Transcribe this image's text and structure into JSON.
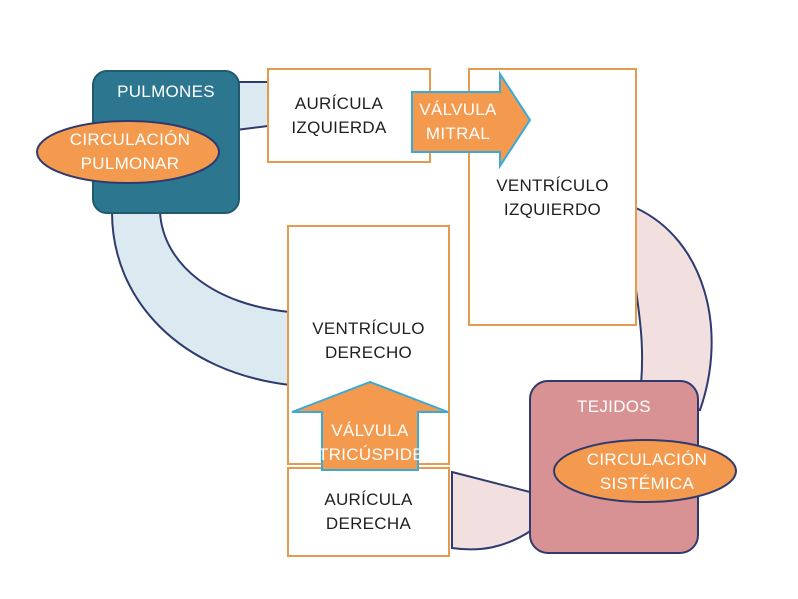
{
  "diagram": {
    "nodes": {
      "lungs": {
        "label": "PULMONES",
        "tag": "CIRCULACIÓN PULMONAR"
      },
      "tissues": {
        "label": "TEJIDOS",
        "tag": "CIRCULACIÓN SISTÉMICA"
      },
      "left_atrium": {
        "label": "AURÍCULA IZQUIERDA"
      },
      "left_ventricle": {
        "label": "VENTRÍCULO IZQUIERDO"
      },
      "right_ventricle": {
        "label": "VENTRÍCULO DERECHO"
      },
      "right_atrium": {
        "label": "AURÍCULA DERECHA"
      }
    },
    "valves": {
      "mitral": {
        "label": "VÁLVULA MITRAL"
      },
      "tricuspid": {
        "label": "VÁLVULA TRICÚSPIDE"
      }
    },
    "colors": {
      "pulmonary_loop": "#dbeaf1",
      "systemic_loop": "#f2dfe0",
      "loop_stroke": "#2f3a6e",
      "lungs_fill": "#2d7690",
      "tissues_fill": "#d99294",
      "box_border": "#e59a4e",
      "accent_orange": "#f39a4e",
      "arrow_stroke": "#3aa9d8"
    }
  }
}
